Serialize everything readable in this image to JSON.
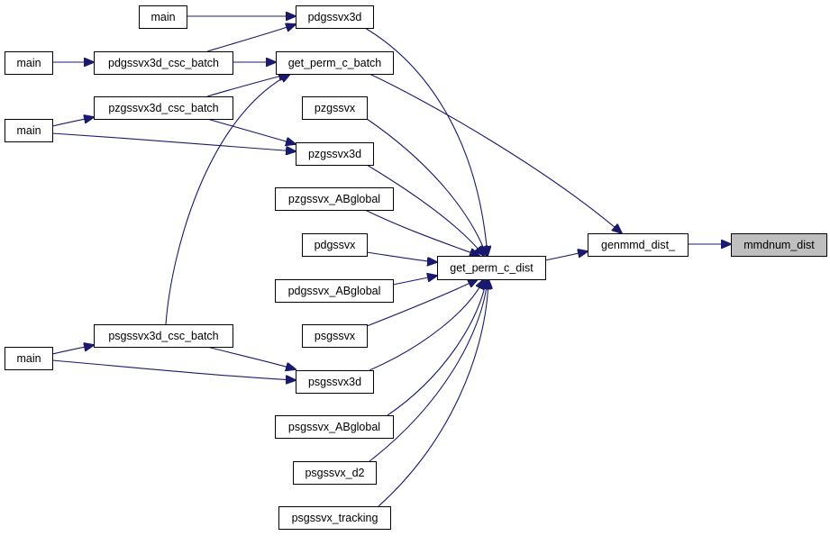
{
  "graph": {
    "title": "",
    "nodes": [
      {
        "id": "mmdnum",
        "label": "mmdnum_dist",
        "current": true
      },
      {
        "id": "genmmd",
        "label": "genmmd_dist_"
      },
      {
        "id": "gpcd",
        "label": "get_perm_c_dist"
      },
      {
        "id": "gpcb",
        "label": "get_perm_c_batch"
      },
      {
        "id": "pdgssvx3d",
        "label": "pdgssvx3d"
      },
      {
        "id": "pzgssvx",
        "label": "pzgssvx"
      },
      {
        "id": "pzgssvx3d",
        "label": "pzgssvx3d"
      },
      {
        "id": "pzgssvx_ABglobal",
        "label": "pzgssvx_ABglobal"
      },
      {
        "id": "pdgssvx",
        "label": "pdgssvx"
      },
      {
        "id": "pdgssvx_ABglobal",
        "label": "pdgssvx_ABglobal"
      },
      {
        "id": "psgssvx",
        "label": "psgssvx"
      },
      {
        "id": "psgssvx3d",
        "label": "psgssvx3d"
      },
      {
        "id": "psgssvx_ABglobal",
        "label": "psgssvx_ABglobal"
      },
      {
        "id": "psgssvx_d2",
        "label": "psgssvx_d2"
      },
      {
        "id": "psgssvx_tracking",
        "label": "psgssvx_tracking"
      },
      {
        "id": "pdgssvx3d_csc_batch",
        "label": "pdgssvx3d_csc_batch"
      },
      {
        "id": "pzgssvx3d_csc_batch",
        "label": "pzgssvx3d_csc_batch"
      },
      {
        "id": "psgssvx3d_csc_batch",
        "label": "psgssvx3d_csc_batch"
      },
      {
        "id": "main1",
        "label": "main"
      },
      {
        "id": "main2",
        "label": "main"
      },
      {
        "id": "main3",
        "label": "main"
      },
      {
        "id": "main4",
        "label": "main"
      }
    ],
    "edges": [
      {
        "from": "genmmd",
        "to": "mmdnum"
      },
      {
        "from": "gpcd",
        "to": "genmmd"
      },
      {
        "from": "gpcb",
        "to": "genmmd"
      },
      {
        "from": "pdgssvx3d",
        "to": "gpcd"
      },
      {
        "from": "pzgssvx",
        "to": "gpcd"
      },
      {
        "from": "pzgssvx3d",
        "to": "gpcd"
      },
      {
        "from": "pzgssvx_ABglobal",
        "to": "gpcd"
      },
      {
        "from": "pdgssvx",
        "to": "gpcd"
      },
      {
        "from": "pdgssvx_ABglobal",
        "to": "gpcd"
      },
      {
        "from": "psgssvx",
        "to": "gpcd"
      },
      {
        "from": "psgssvx3d",
        "to": "gpcd"
      },
      {
        "from": "psgssvx_ABglobal",
        "to": "gpcd"
      },
      {
        "from": "psgssvx_d2",
        "to": "gpcd"
      },
      {
        "from": "psgssvx_tracking",
        "to": "gpcd"
      },
      {
        "from": "main1",
        "to": "pdgssvx3d"
      },
      {
        "from": "pdgssvx3d_csc_batch",
        "to": "pdgssvx3d"
      },
      {
        "from": "pdgssvx3d_csc_batch",
        "to": "gpcb"
      },
      {
        "from": "pzgssvx3d_csc_batch",
        "to": "gpcb"
      },
      {
        "from": "psgssvx3d_csc_batch",
        "to": "gpcb"
      },
      {
        "from": "pzgssvx3d_csc_batch",
        "to": "pzgssvx3d"
      },
      {
        "from": "main3",
        "to": "pzgssvx3d"
      },
      {
        "from": "psgssvx3d_csc_batch",
        "to": "psgssvx3d"
      },
      {
        "from": "main4",
        "to": "psgssvx3d"
      },
      {
        "from": "main2",
        "to": "pdgssvx3d_csc_batch"
      },
      {
        "from": "main3",
        "to": "pzgssvx3d_csc_batch"
      },
      {
        "from": "main4",
        "to": "psgssvx3d_csc_batch"
      }
    ]
  },
  "colors": {
    "edge": "#191970",
    "current_node_fill": "#bfbfbf",
    "node_border": "#000000"
  }
}
